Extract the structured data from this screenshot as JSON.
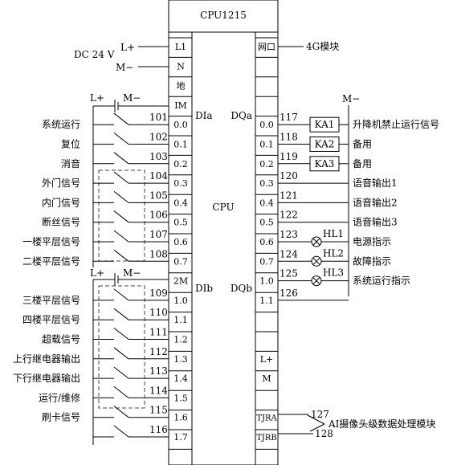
{
  "cpu": {
    "title": "CPU1215",
    "center_label": "CPU",
    "group_dia": "DIa",
    "group_dib": "DIb",
    "group_dqa": "DQa",
    "group_dqb": "DQb"
  },
  "left_terminals": [
    "L1",
    "N",
    "地",
    "IM",
    "0.0",
    "0.1",
    "0.2",
    "0.3",
    "0.4",
    "0.5",
    "0.6",
    "0.7",
    "2M",
    "1.0",
    "1.1",
    "1.2",
    "1.3",
    "1.4",
    "1.5",
    "1.6",
    "1.7"
  ],
  "right_terminals": [
    "网口",
    "",
    "",
    "",
    "0.0",
    "0.1",
    "0.2",
    "0.3",
    "0.4",
    "0.5",
    "0.6",
    "0.7",
    "1.0",
    "1.1",
    "",
    "",
    "L+",
    "M",
    "",
    "TJRA",
    "TJRB"
  ],
  "power": {
    "dc_label": "DC 24 V",
    "lplus": "L+",
    "mminus": "M−"
  },
  "inputs_a": [
    {
      "label": "系统运行",
      "wire": "101"
    },
    {
      "label": "复位",
      "wire": "102"
    },
    {
      "label": "消音",
      "wire": "103"
    },
    {
      "label": "外门信号",
      "wire": "104"
    },
    {
      "label": "内门信号",
      "wire": "105"
    },
    {
      "label": "断丝信号",
      "wire": "106"
    },
    {
      "label": "一楼平层信号",
      "wire": "107"
    },
    {
      "label": "二楼平层信号",
      "wire": "108"
    }
  ],
  "inputs_b": [
    {
      "label": "三楼平层信号",
      "wire": "109"
    },
    {
      "label": "四楼平层信号",
      "wire": "110"
    },
    {
      "label": "超载信号",
      "wire": "111"
    },
    {
      "label": "上行继电器输出",
      "wire": "112"
    },
    {
      "label": "下行继电器输出",
      "wire": "113"
    },
    {
      "label": "运行/维修",
      "wire": "114"
    },
    {
      "label": "刷卡信号",
      "wire": "115"
    },
    {
      "label": "",
      "wire": "116"
    }
  ],
  "outputs": [
    {
      "wire": "117",
      "device": "KA1",
      "label": "升降机禁止运行信号"
    },
    {
      "wire": "118",
      "device": "KA2",
      "label": "备用"
    },
    {
      "wire": "119",
      "device": "KA3",
      "label": "备用"
    },
    {
      "wire": "120",
      "device": "",
      "label": "语音输出1"
    },
    {
      "wire": "121",
      "device": "",
      "label": "语音输出2"
    },
    {
      "wire": "122",
      "device": "",
      "label": "语音输出3"
    },
    {
      "wire": "123",
      "device": "HL1",
      "label": "电源指示"
    },
    {
      "wire": "124",
      "device": "HL2",
      "label": "故障指示"
    },
    {
      "wire": "125",
      "device": "HL3",
      "label": "系统运行指示"
    },
    {
      "wire": "126",
      "device": "",
      "label": ""
    }
  ],
  "module_4g": "4G模块",
  "output_common": "M−",
  "camera": {
    "wire_a": "127",
    "wire_b": "128",
    "label": "AI摄像头级数据处理模块"
  }
}
